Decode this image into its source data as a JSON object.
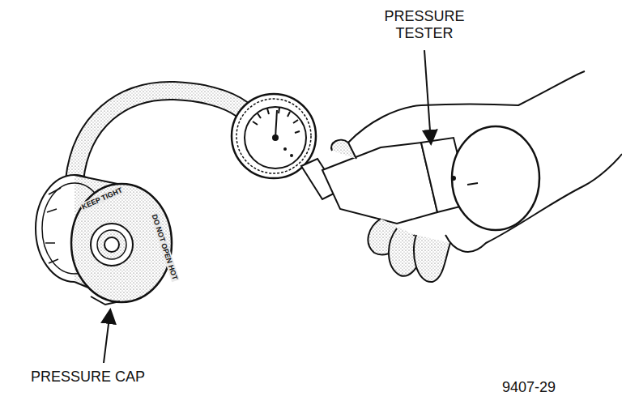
{
  "diagram": {
    "labels": [
      "PRESSURE TESTER",
      "PRESSURE CAP",
      "9407-29",
      "KEEP TIGHT",
      "DO NOT OPEN HOT"
    ]
  }
}
